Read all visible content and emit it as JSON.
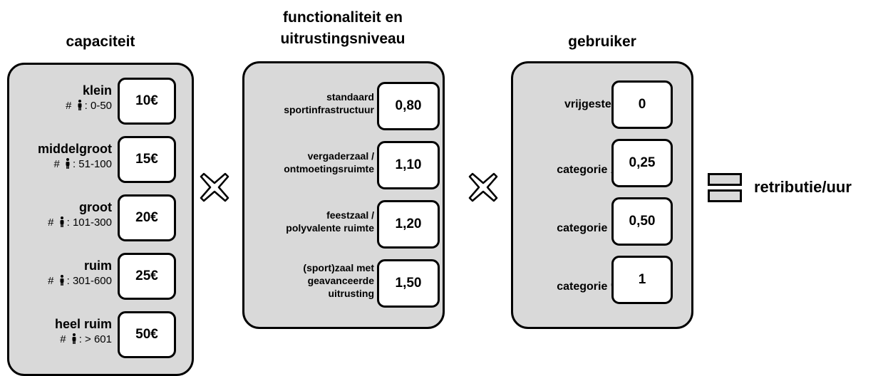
{
  "capaciteit": {
    "title": "capaciteit",
    "rows": [
      {
        "label": "klein",
        "prefix": "#",
        "range": ": 0-50",
        "value": "10€"
      },
      {
        "label": "middelgroot",
        "prefix": "#",
        "range": ": 51-100",
        "value": "15€"
      },
      {
        "label": "groot",
        "prefix": "#",
        "range": ": 101-300",
        "value": "20€"
      },
      {
        "label": "ruim",
        "prefix": "#",
        "range": ": 301-600",
        "value": "25€"
      },
      {
        "label": "heel ruim",
        "prefix": "#",
        "range": ": > 601",
        "value": "50€"
      }
    ]
  },
  "functionaliteit": {
    "title_line1": "functionaliteit en",
    "title_line2": "uitrustingsniveau",
    "rows": [
      {
        "line1": "standaard",
        "line2": "sportinfrastructuur",
        "line3": "",
        "value": "0,80"
      },
      {
        "line1": "vergaderzaal /",
        "line2": "ontmoetingsruimte",
        "line3": "",
        "value": "1,10"
      },
      {
        "line1": "feestzaal /",
        "line2": "polyvalente ruimte",
        "line3": "",
        "value": "1,20"
      },
      {
        "line1": "(sport)zaal met",
        "line2": "geavanceerde",
        "line3": "uitrusting",
        "value": "1,50"
      }
    ]
  },
  "gebruiker": {
    "title": "gebruiker",
    "rows": [
      {
        "label": "vrijgesteld",
        "letter": "",
        "value": "0"
      },
      {
        "label": "categorie",
        "letter": "A",
        "value": "0,25"
      },
      {
        "label": "categorie",
        "letter": "B",
        "value": "0,50"
      },
      {
        "label": "categorie",
        "letter": "C",
        "value": "1"
      }
    ]
  },
  "result": {
    "label": "retributie/uur"
  },
  "icons": {
    "multiply": "multiply-icon",
    "equals": "equals-icon",
    "person": "person-icon"
  }
}
